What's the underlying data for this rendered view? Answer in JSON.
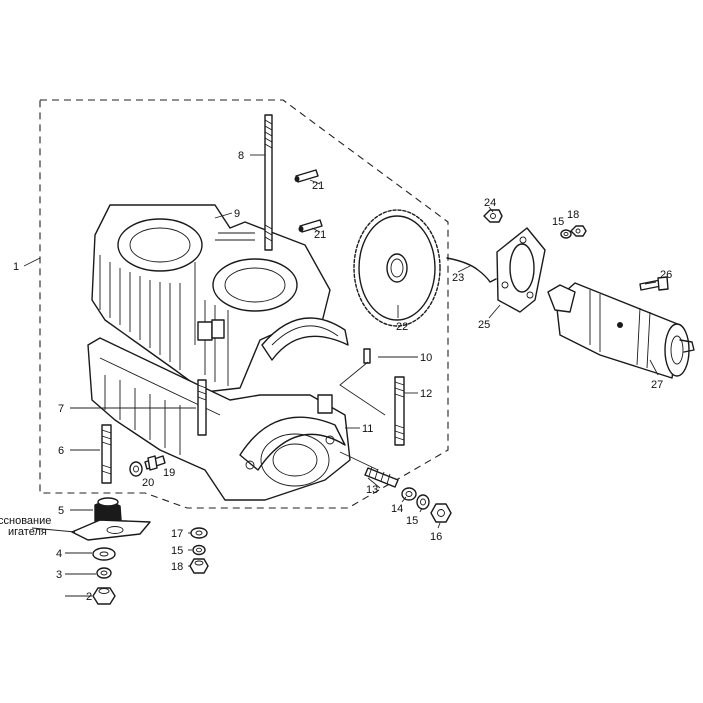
{
  "callouts": {
    "c1": "1",
    "c2": "2",
    "c3": "3",
    "c4": "4",
    "c5": "5",
    "c6": "6",
    "c7": "7",
    "c8": "8",
    "c9": "9",
    "c10": "10",
    "c11": "11",
    "c12": "12",
    "c13": "13",
    "c14": "14",
    "c15a": "15",
    "c15b": "15",
    "c15c": "15",
    "c16": "16",
    "c17": "17",
    "c18a": "18",
    "c18b": "18",
    "c19": "19",
    "c20": "20",
    "c21a": "21",
    "c21b": "21",
    "c22": "22",
    "c23": "23",
    "c24": "24",
    "c25": "25",
    "c26": "26",
    "c27": "27"
  },
  "base_label": {
    "line1": "сснование",
    "line2": "игателя"
  }
}
